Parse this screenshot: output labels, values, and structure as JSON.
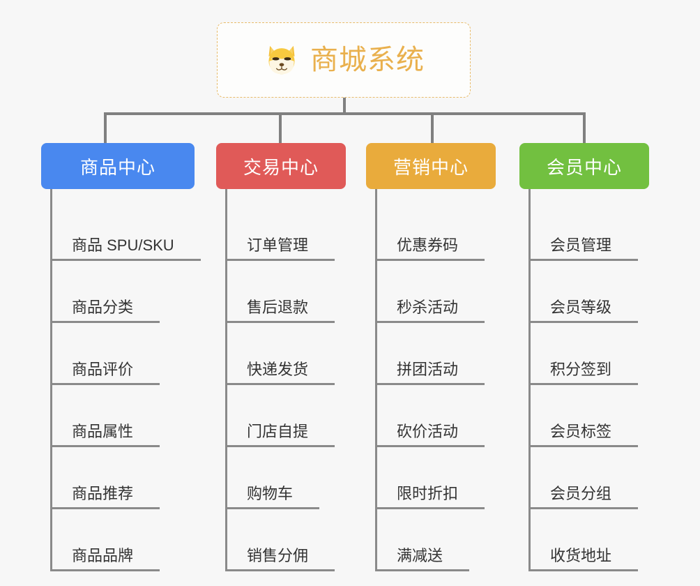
{
  "root": {
    "title": "商城系统",
    "icon": "shiba-dog-face-icon",
    "title_color": "#e9b04d",
    "border_color": "#e8bb6a"
  },
  "connector_color": "#808080",
  "background_color": "#f7f7f7",
  "branches": [
    {
      "label": "商品中心",
      "color": "#4988ef",
      "leaves": [
        "商品 SPU/SKU",
        "商品分类",
        "商品评价",
        "商品属性",
        "商品推荐",
        "商品品牌"
      ]
    },
    {
      "label": "交易中心",
      "color": "#e05a58",
      "leaves": [
        "订单管理",
        "售后退款",
        "快递发货",
        "门店自提",
        "购物车",
        "销售分佣"
      ]
    },
    {
      "label": "营销中心",
      "color": "#e9ab3c",
      "leaves": [
        "优惠券码",
        "秒杀活动",
        "拼团活动",
        "砍价活动",
        "限时折扣",
        "满减送"
      ]
    },
    {
      "label": "会员中心",
      "color": "#72c040",
      "leaves": [
        "会员管理",
        "会员等级",
        "积分签到",
        "会员标签",
        "会员分组",
        "收货地址"
      ]
    }
  ]
}
